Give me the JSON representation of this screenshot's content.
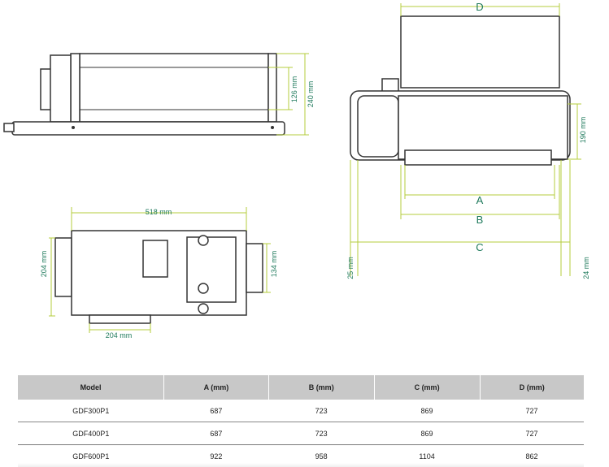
{
  "side_view": {
    "dim_inner": "126 mm",
    "dim_outer": "240 mm"
  },
  "bottom_view": {
    "dim_width": "518 mm",
    "dim_left": "204 mm",
    "dim_right": "134 mm",
    "dim_bottom": "204 mm"
  },
  "top_view": {
    "dim_d": "D",
    "dim_height": "190 mm",
    "dim_a": "A",
    "dim_b": "B",
    "dim_c": "C",
    "dim_left": "25 mm",
    "dim_right": "24 mm"
  },
  "colors": {
    "dimension_text": "#1f7a5c",
    "dimension_line": "#b4cc3c",
    "table_header": "#c8c8c8"
  },
  "table": {
    "headers": [
      "Model",
      "A (mm)",
      "B (mm)",
      "C (mm)",
      "D (mm)"
    ],
    "rows": [
      [
        "GDF300P1",
        "687",
        "723",
        "869",
        "727"
      ],
      [
        "GDF400P1",
        "687",
        "723",
        "869",
        "727"
      ],
      [
        "GDF600P1",
        "922",
        "958",
        "1104",
        "862"
      ]
    ]
  }
}
